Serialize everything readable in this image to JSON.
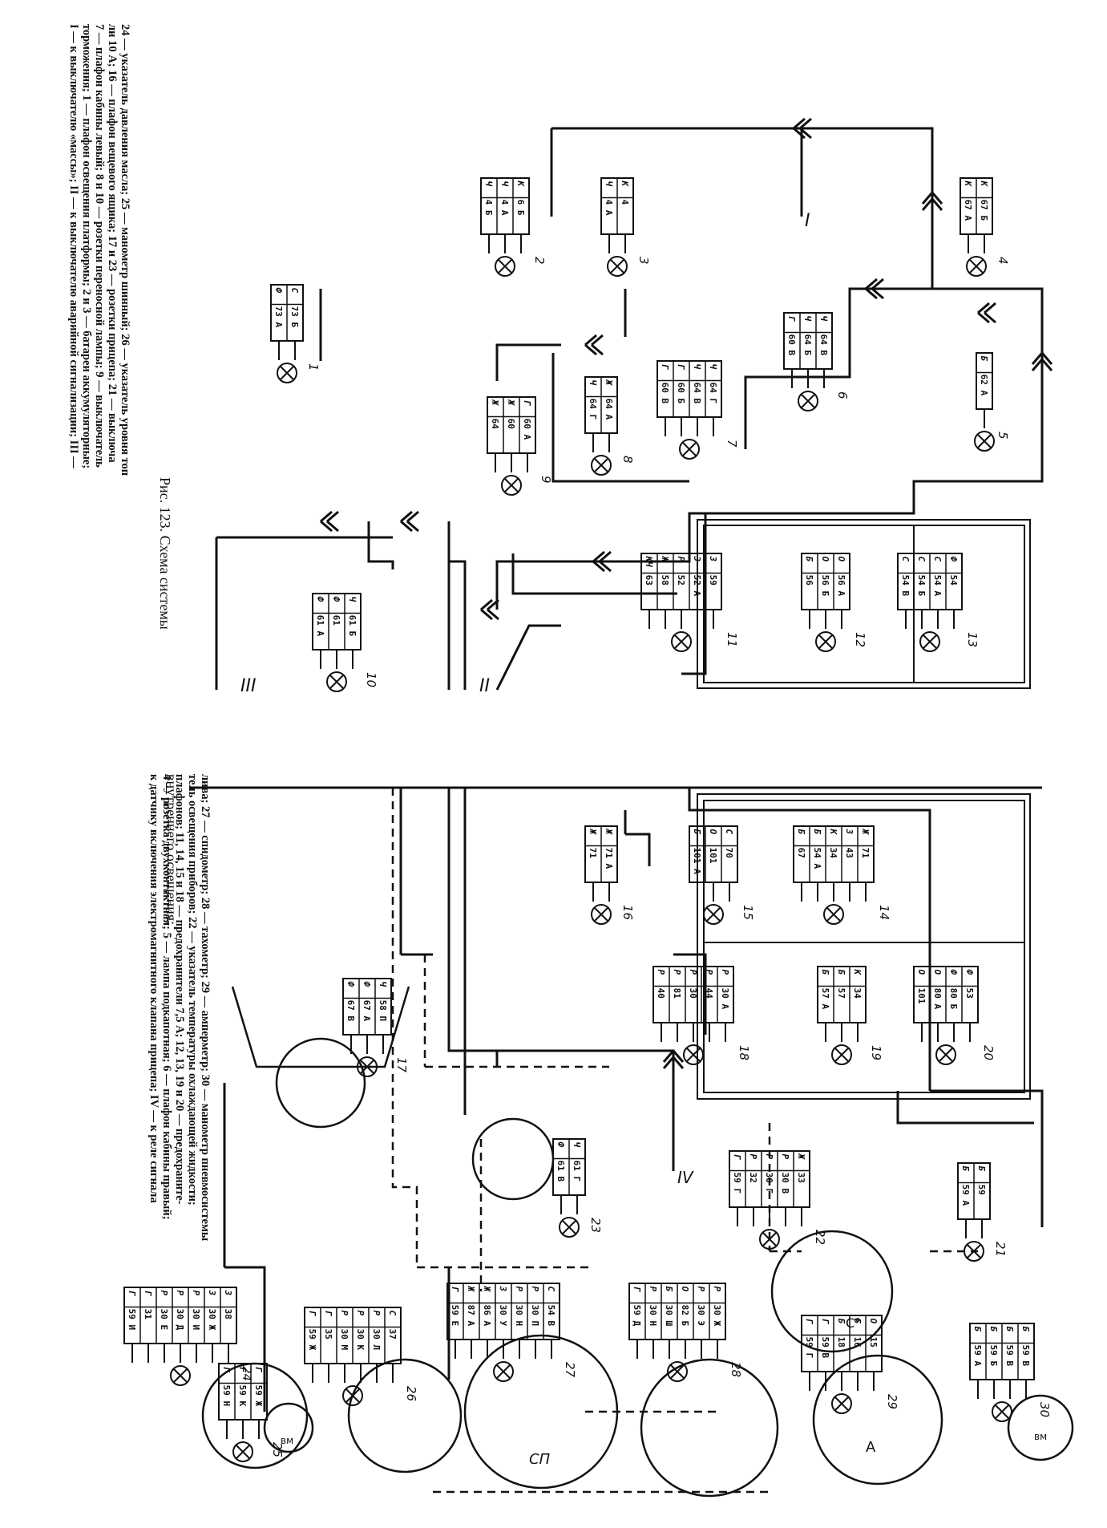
{
  "figure_title": "Рис. 123. Схема системы",
  "figure_title_cont": "внутреннего освещения:",
  "caption_lines": [
    "I — к выключателю «массы»; II — к выключателю аварийной сигнализации; III —",
    "торможения; 1 — плафон освещения платформы; 2 и 3 — батареи аккумуляторные;",
    "7 — плафон кабины левый; 8 и 10 — розетки переносной лампы; 9 — выключатель",
    "ли 10 А; 16 — плафон вещевого ящика; 17 и 23 — розетки прицепа; 21 — выключа",
    "24 — указатель давления масла; 25 — манометр шинный; 26 — указатель уровня топ"
  ],
  "caption_lines_right": [
    "к датчику включения электромагнитного клапана прицепа; IV — к реле сигнала",
    "4 — розетка двухконтактная; 5 — лампа подкапотная; 6 — плафон кабины правый;",
    "плафонов; 11, 14, 15 и 18 — предохранители 7,5 А; 12, 13, 19 и 20 — предохраните-",
    "тель освещения приборов; 22 — указатель температуры охлаждающей жидкости;",
    "лива; 27 — спидометр; 28 — тахометр; 29 — амперметр; 30 — манометр пневмосистемы"
  ],
  "roman_labels": [
    "I",
    "II",
    "III",
    "IV"
  ],
  "gauge_marks": {
    "temp": "С°",
    "speedo": "СП",
    "ammeter": "А",
    "pressure": "вм",
    "tire": "вм"
  },
  "components": [
    {
      "num": "1",
      "rows": [
        [
          "73 А",
          "Ф"
        ],
        [
          "73 Б",
          "С"
        ]
      ]
    },
    {
      "num": "2",
      "rows": [
        [
          "4 Б",
          "Ч"
        ],
        [
          "4 А",
          "Ч"
        ],
        [
          "6 Б",
          "К"
        ]
      ]
    },
    {
      "num": "3",
      "rows": [
        [
          "4 А",
          "Ч"
        ],
        [
          "4",
          "К"
        ]
      ]
    },
    {
      "num": "4",
      "rows": [
        [
          "67 А",
          "К"
        ],
        [
          "67 Б",
          "К"
        ]
      ]
    },
    {
      "num": "5",
      "rows": [
        [
          "62 А",
          "Б"
        ]
      ]
    },
    {
      "num": "6",
      "rows": [
        [
          "60 В",
          "Г"
        ],
        [
          "64 Б",
          "Ч"
        ],
        [
          "64 В",
          "Ч"
        ]
      ]
    },
    {
      "num": "7",
      "rows": [
        [
          "60 В",
          "Г"
        ],
        [
          "60 Б",
          "Г"
        ],
        [
          "64 В",
          "Ч"
        ],
        [
          "64 Г",
          "Ч"
        ]
      ]
    },
    {
      "num": "8",
      "rows": [
        [
          "64 Г",
          "Ч"
        ],
        [
          "64 А",
          "Ж"
        ]
      ]
    },
    {
      "num": "9",
      "rows": [
        [
          "64",
          "Ж"
        ],
        [
          "60",
          "Ж"
        ],
        [
          "60 А",
          "Г"
        ]
      ]
    },
    {
      "num": "10",
      "rows": [
        [
          "61 А",
          "Ф"
        ],
        [
          "61",
          "Ф"
        ],
        [
          "61 Б",
          "Ч"
        ]
      ]
    },
    {
      "num": "11",
      "rows": [
        [
          "63",
          "КЧ"
        ],
        [
          "58",
          "Ж"
        ],
        [
          "52",
          "Р"
        ],
        [
          "52 А",
          "З"
        ],
        [
          "59",
          "З"
        ]
      ]
    },
    {
      "num": "12",
      "rows": [
        [
          "56",
          "Б"
        ],
        [
          "56 Б",
          "О"
        ],
        [
          "56 А",
          "О"
        ]
      ]
    },
    {
      "num": "13",
      "rows": [
        [
          "54 В",
          "С"
        ],
        [
          "54 Б",
          "С"
        ],
        [
          "54 А",
          "С"
        ],
        [
          "54",
          "Ф"
        ]
      ]
    },
    {
      "num": "14",
      "rows": [
        [
          "67",
          "Б"
        ],
        [
          "54 А",
          "Б"
        ],
        [
          "34",
          "К"
        ],
        [
          "43",
          "З"
        ],
        [
          "71",
          "Ж"
        ]
      ]
    },
    {
      "num": "15",
      "rows": [
        [
          "101 А",
          "Б"
        ],
        [
          "101",
          "О"
        ],
        [
          "70",
          "С"
        ]
      ]
    },
    {
      "num": "16",
      "rows": [
        [
          "71",
          "Ж"
        ],
        [
          "71 А",
          "Ж"
        ]
      ]
    },
    {
      "num": "17",
      "rows": [
        [
          "67 В",
          "Ф"
        ],
        [
          "67 А",
          "Ф"
        ],
        [
          "58 П",
          "Ч"
        ]
      ]
    },
    {
      "num": "18",
      "rows": [
        [
          "40",
          "Р"
        ],
        [
          "81",
          "Р"
        ],
        [
          "30",
          "Р"
        ],
        [
          "44",
          "Р"
        ],
        [
          "30 А",
          "Р"
        ]
      ]
    },
    {
      "num": "19",
      "rows": [
        [
          "57 А",
          "Б"
        ],
        [
          "57",
          "Б"
        ],
        [
          "34",
          "К"
        ]
      ]
    },
    {
      "num": "20",
      "rows": [
        [
          "101",
          "О"
        ],
        [
          "80 А",
          "О"
        ],
        [
          "80 Б",
          "Ф"
        ],
        [
          "53",
          "Ф"
        ]
      ]
    },
    {
      "num": "21",
      "rows": [
        [
          "59 А",
          "Б"
        ],
        [
          "59",
          "Б"
        ]
      ]
    },
    {
      "num": "22",
      "rows": [
        [
          "59 Г",
          "Г"
        ],
        [
          "32",
          "Р"
        ],
        [
          "30 Г",
          "Р"
        ],
        [
          "30 В",
          "Р"
        ],
        [
          "33",
          "Ж"
        ]
      ]
    },
    {
      "num": "23",
      "rows": [
        [
          "61 В",
          "Ф"
        ],
        [
          "61 Г",
          "Ч"
        ]
      ]
    },
    {
      "num": "24",
      "rows": [
        [
          "59 И",
          "Г"
        ],
        [
          "31",
          "Г"
        ],
        [
          "30 Е",
          "Р"
        ],
        [
          "30 Д",
          "Р"
        ],
        [
          "30 И",
          "Р"
        ],
        [
          "30 Ж",
          "З"
        ],
        [
          "38",
          "З"
        ]
      ]
    },
    {
      "num": "25",
      "rows": [
        [
          "59 Н",
          "Г"
        ],
        [
          "59 К",
          "Г"
        ],
        [
          "59 Ж",
          "Г"
        ]
      ]
    },
    {
      "num": "26",
      "rows": [
        [
          "59 Ж",
          "Г"
        ],
        [
          "35",
          "Г"
        ],
        [
          "30 М",
          "Р"
        ],
        [
          "30 К",
          "Р"
        ],
        [
          "30 Л",
          "Р"
        ],
        [
          "37",
          "С"
        ]
      ]
    },
    {
      "num": "27",
      "rows": [
        [
          "59 Е",
          "Г"
        ],
        [
          "87 А",
          "Ж"
        ],
        [
          "86 А",
          "Ж"
        ],
        [
          "30 У",
          "З"
        ],
        [
          "30 Н",
          "Р"
        ],
        [
          "30 П",
          "Р"
        ],
        [
          "54 В",
          "С"
        ]
      ]
    },
    {
      "num": "28",
      "rows": [
        [
          "59 Д",
          "Г"
        ],
        [
          "30 Н",
          "Р"
        ],
        [
          "30 Ш",
          "Б"
        ],
        [
          "82 Б",
          "О"
        ],
        [
          "30 Э",
          "Р"
        ],
        [
          "30 Ж",
          "Р"
        ]
      ]
    },
    {
      "num": "29",
      "rows": [
        [
          "59 Г",
          "Г"
        ],
        [
          "59 В",
          "Г"
        ],
        [
          "18",
          "Б"
        ],
        [
          "16",
          "Б"
        ],
        [
          "15",
          "О"
        ]
      ]
    },
    {
      "num": "30",
      "rows": [
        [
          "59 А",
          "Б"
        ],
        [
          "59 Б",
          "Б"
        ],
        [
          "59 В",
          "Б"
        ],
        [
          "59 В",
          "Б"
        ]
      ]
    }
  ]
}
